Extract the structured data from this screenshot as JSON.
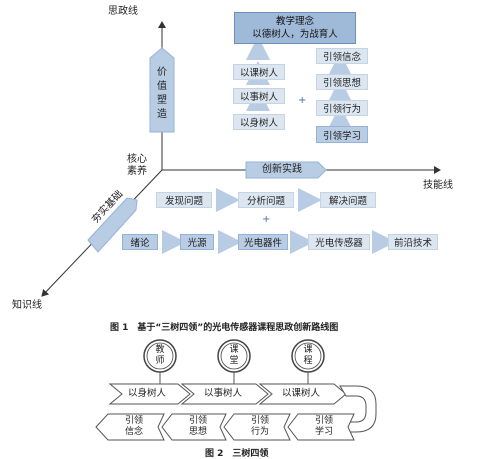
{
  "figure1": {
    "axis_y_label": "思政线",
    "axis_x_label": "技能线",
    "axis_z_label": "知识线",
    "origin_label": [
      "核心",
      "素养"
    ],
    "value_shaping": [
      "价",
      "值",
      "塑",
      "造"
    ],
    "innovation_label": "创新实践",
    "foundation_label": "夯实基础",
    "teaching_concept": [
      "教学理念",
      "以德树人，为战育人"
    ],
    "left_column": [
      "以课树人",
      "以事树人",
      "以身树人"
    ],
    "plus_sign": "+",
    "right_column": [
      "引领信念",
      "引领思想",
      "引领行为",
      "引领学习"
    ],
    "problem_row": [
      "发现问题",
      "分析问题",
      "解决问题"
    ],
    "content_row": [
      "绪论",
      "光源",
      "光电器件",
      "光电传感器",
      "前沿技术"
    ],
    "caption": "图 1　基于“三树四领”的光电传感器课程思政创新路线图"
  },
  "figure2": {
    "circles": [
      [
        "教",
        "师"
      ],
      [
        "课",
        "堂"
      ],
      [
        "课",
        "程"
      ]
    ],
    "top_arrows": [
      "以身树人",
      "以事树人",
      "以课树人"
    ],
    "bottom_arrows": [
      [
        "引领",
        "信念"
      ],
      [
        "引领",
        "思想"
      ],
      [
        "引领",
        "行为"
      ],
      [
        "引领",
        "学习"
      ]
    ],
    "caption": "图 2　三树四领"
  }
}
